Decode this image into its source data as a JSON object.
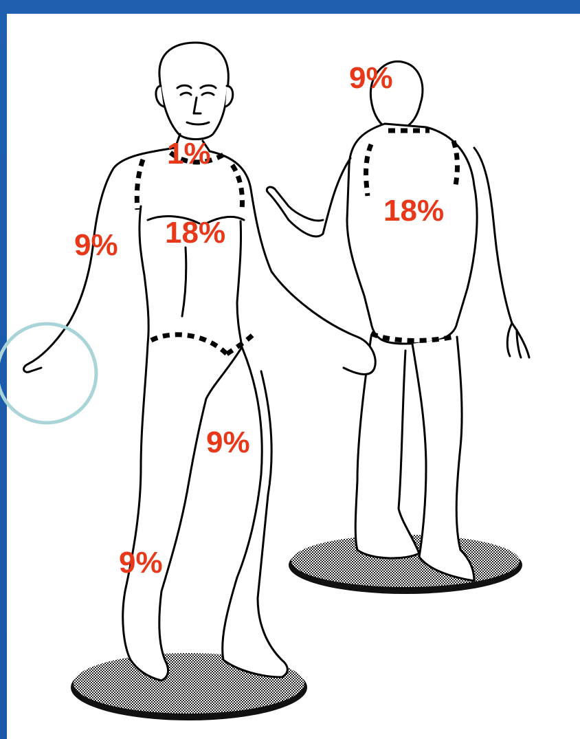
{
  "labels": {
    "head_back": "9%",
    "neck": "1%",
    "trunk_front": "18%",
    "trunk_back": "18%",
    "arm": "9%",
    "thigh": "9%",
    "leg": "9%"
  },
  "colors": {
    "label": "#e8381a",
    "frame": "#1f5fb0",
    "highlight_circle": "#a9d4d8"
  },
  "icons": {
    "hand_highlight": "circle-highlight-icon"
  }
}
